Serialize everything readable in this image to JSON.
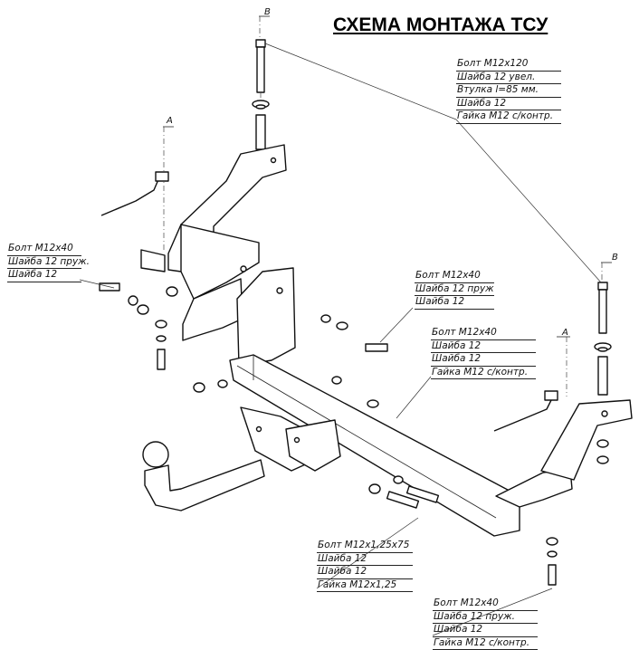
{
  "title": "СХЕМА МОНТАЖА ТСУ",
  "section_marks": {
    "a_left": "A",
    "a_right": "A",
    "b_top": "B",
    "b_right": "B"
  },
  "callouts": {
    "top_right": [
      "Болт M12x120",
      "Шайба 12 увел.",
      "Втулка l=85 мм.",
      "Шайба 12",
      "Гайка M12 с/контр."
    ],
    "left": [
      "Болт M12x40",
      "Шайба 12 пруж.",
      "Шайба 12"
    ],
    "mid_upper": [
      "Болт M12x40",
      "Шайба 12 пруж",
      "Шайба 12"
    ],
    "mid_lower": [
      "Болт M12x40",
      "Шайба 12",
      "Шайба 12",
      "Гайка M12 с/контр."
    ],
    "bottom_center": [
      "Болт M12x1,25x75",
      "Шайба 12",
      "Шайба 12",
      "Гайка M12x1,25"
    ],
    "bottom_right": [
      "Болт M12x40",
      "Шайба 12 пруж.",
      "Шайба 12",
      "Гайка M12 с/контр."
    ]
  }
}
